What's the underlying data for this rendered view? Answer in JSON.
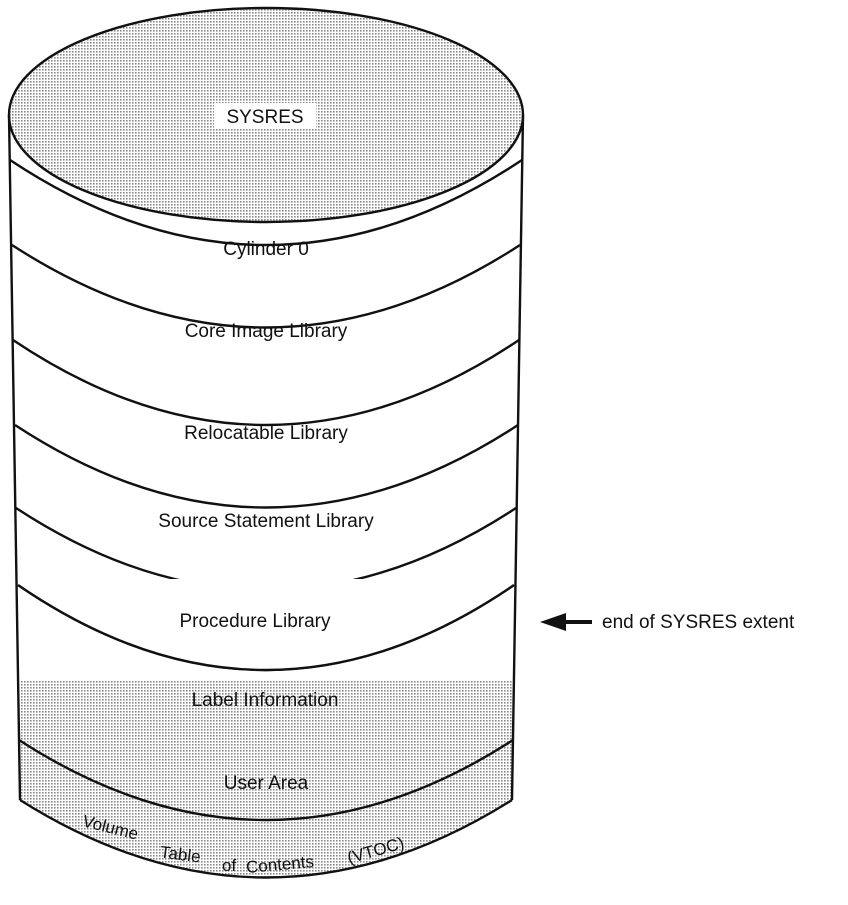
{
  "diagram": {
    "top_label": "SYSRES",
    "segments": [
      "Cylinder 0",
      "Core Image Library",
      "Relocatable Library",
      "Source Statement Library",
      "Procedure Library",
      "Label Information",
      "User Area"
    ],
    "vtoc_words": [
      "Volume",
      "Table",
      "of",
      "Contents",
      "(VTOC)"
    ],
    "pointer_label": "end of SYSRES extent",
    "colors": {
      "line": "#111111",
      "shaded": "#cfcfcf",
      "background": "#ffffff"
    }
  }
}
